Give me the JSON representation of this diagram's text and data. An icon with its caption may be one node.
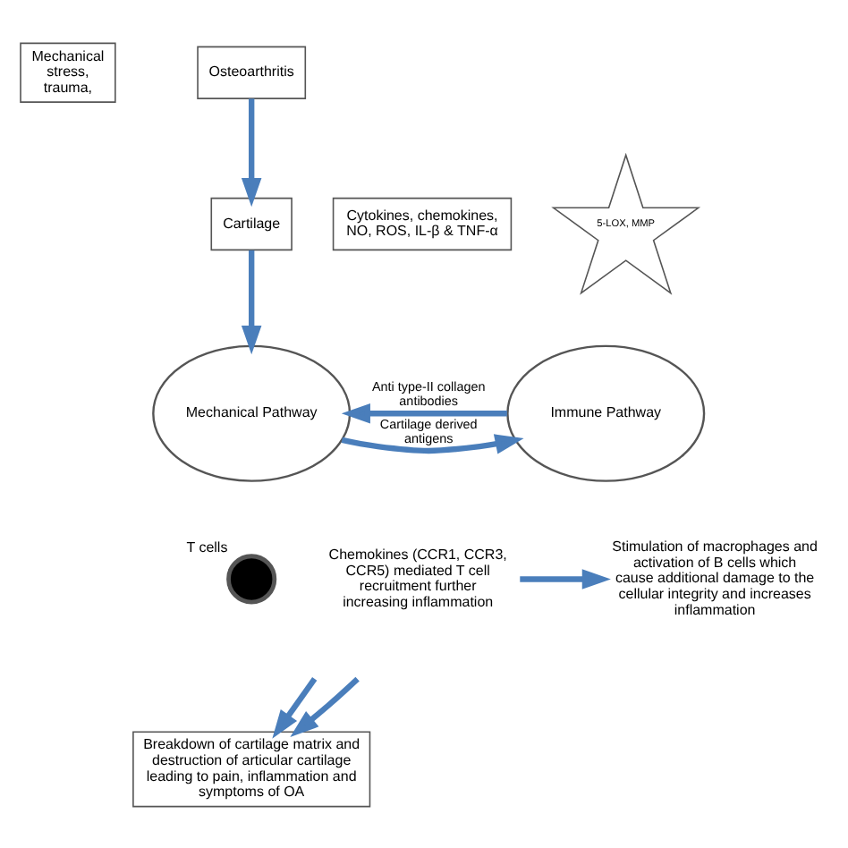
{
  "diagram": {
    "nodes": [
      {
        "text": [
          "Osteoarthritis"
        ]
      },
      {
        "text": [
          "Mechanical stress, trauma,"
        ]
      },
      {
        "text": [
          "Cartilage"
        ]
      },
      {
        "text": [
          "Cytokines, chemokines, NO, ROS, IL-β & TNF-α"
        ]
      },
      {
        "text": [
          "5-LOX, MMP"
        ]
      },
      {
        "text": [
          "Mechanical Pathway"
        ]
      },
      {
        "text": [
          "Immune Pathway"
        ]
      },
      {
        "text": [],
        "shape": "circle",
        "beside": [
          "T cells"
        ]
      },
      {
        "text": [
          "Chemokines (CCR1, CCR3, CCR5) mediated T cell recruitment further increasing inflammation"
        ]
      },
      {
        "text": [
          "Stimulation of macrophages and activation of B cells which cause additional damage to the cellular integrity and increases inflammation"
        ]
      },
      {
        "text": [
          "Breakdown of cartilage matrix and destruction of articular cartilage leading to pain, inflammation and symptoms of OA"
        ]
      }
    ],
    "edges": [
      {
        "from": 0,
        "to": 2,
        "arrow": "to"
      },
      {
        "from": 2,
        "to": 5,
        "arrow": "to"
      },
      {
        "from": 6,
        "to": 5,
        "arrow": "to",
        "label": "Anti type-II collagen antibodies"
      },
      {
        "from": 5,
        "to": 6,
        "arrow": "to",
        "label": "Cartilage derived antigens"
      },
      {
        "from": 8,
        "to": 9,
        "arrow": "to"
      },
      {
        "from": null,
        "to": 10,
        "arrow": "to"
      },
      {
        "from": null,
        "to": 10,
        "arrow": "to"
      }
    ]
  }
}
